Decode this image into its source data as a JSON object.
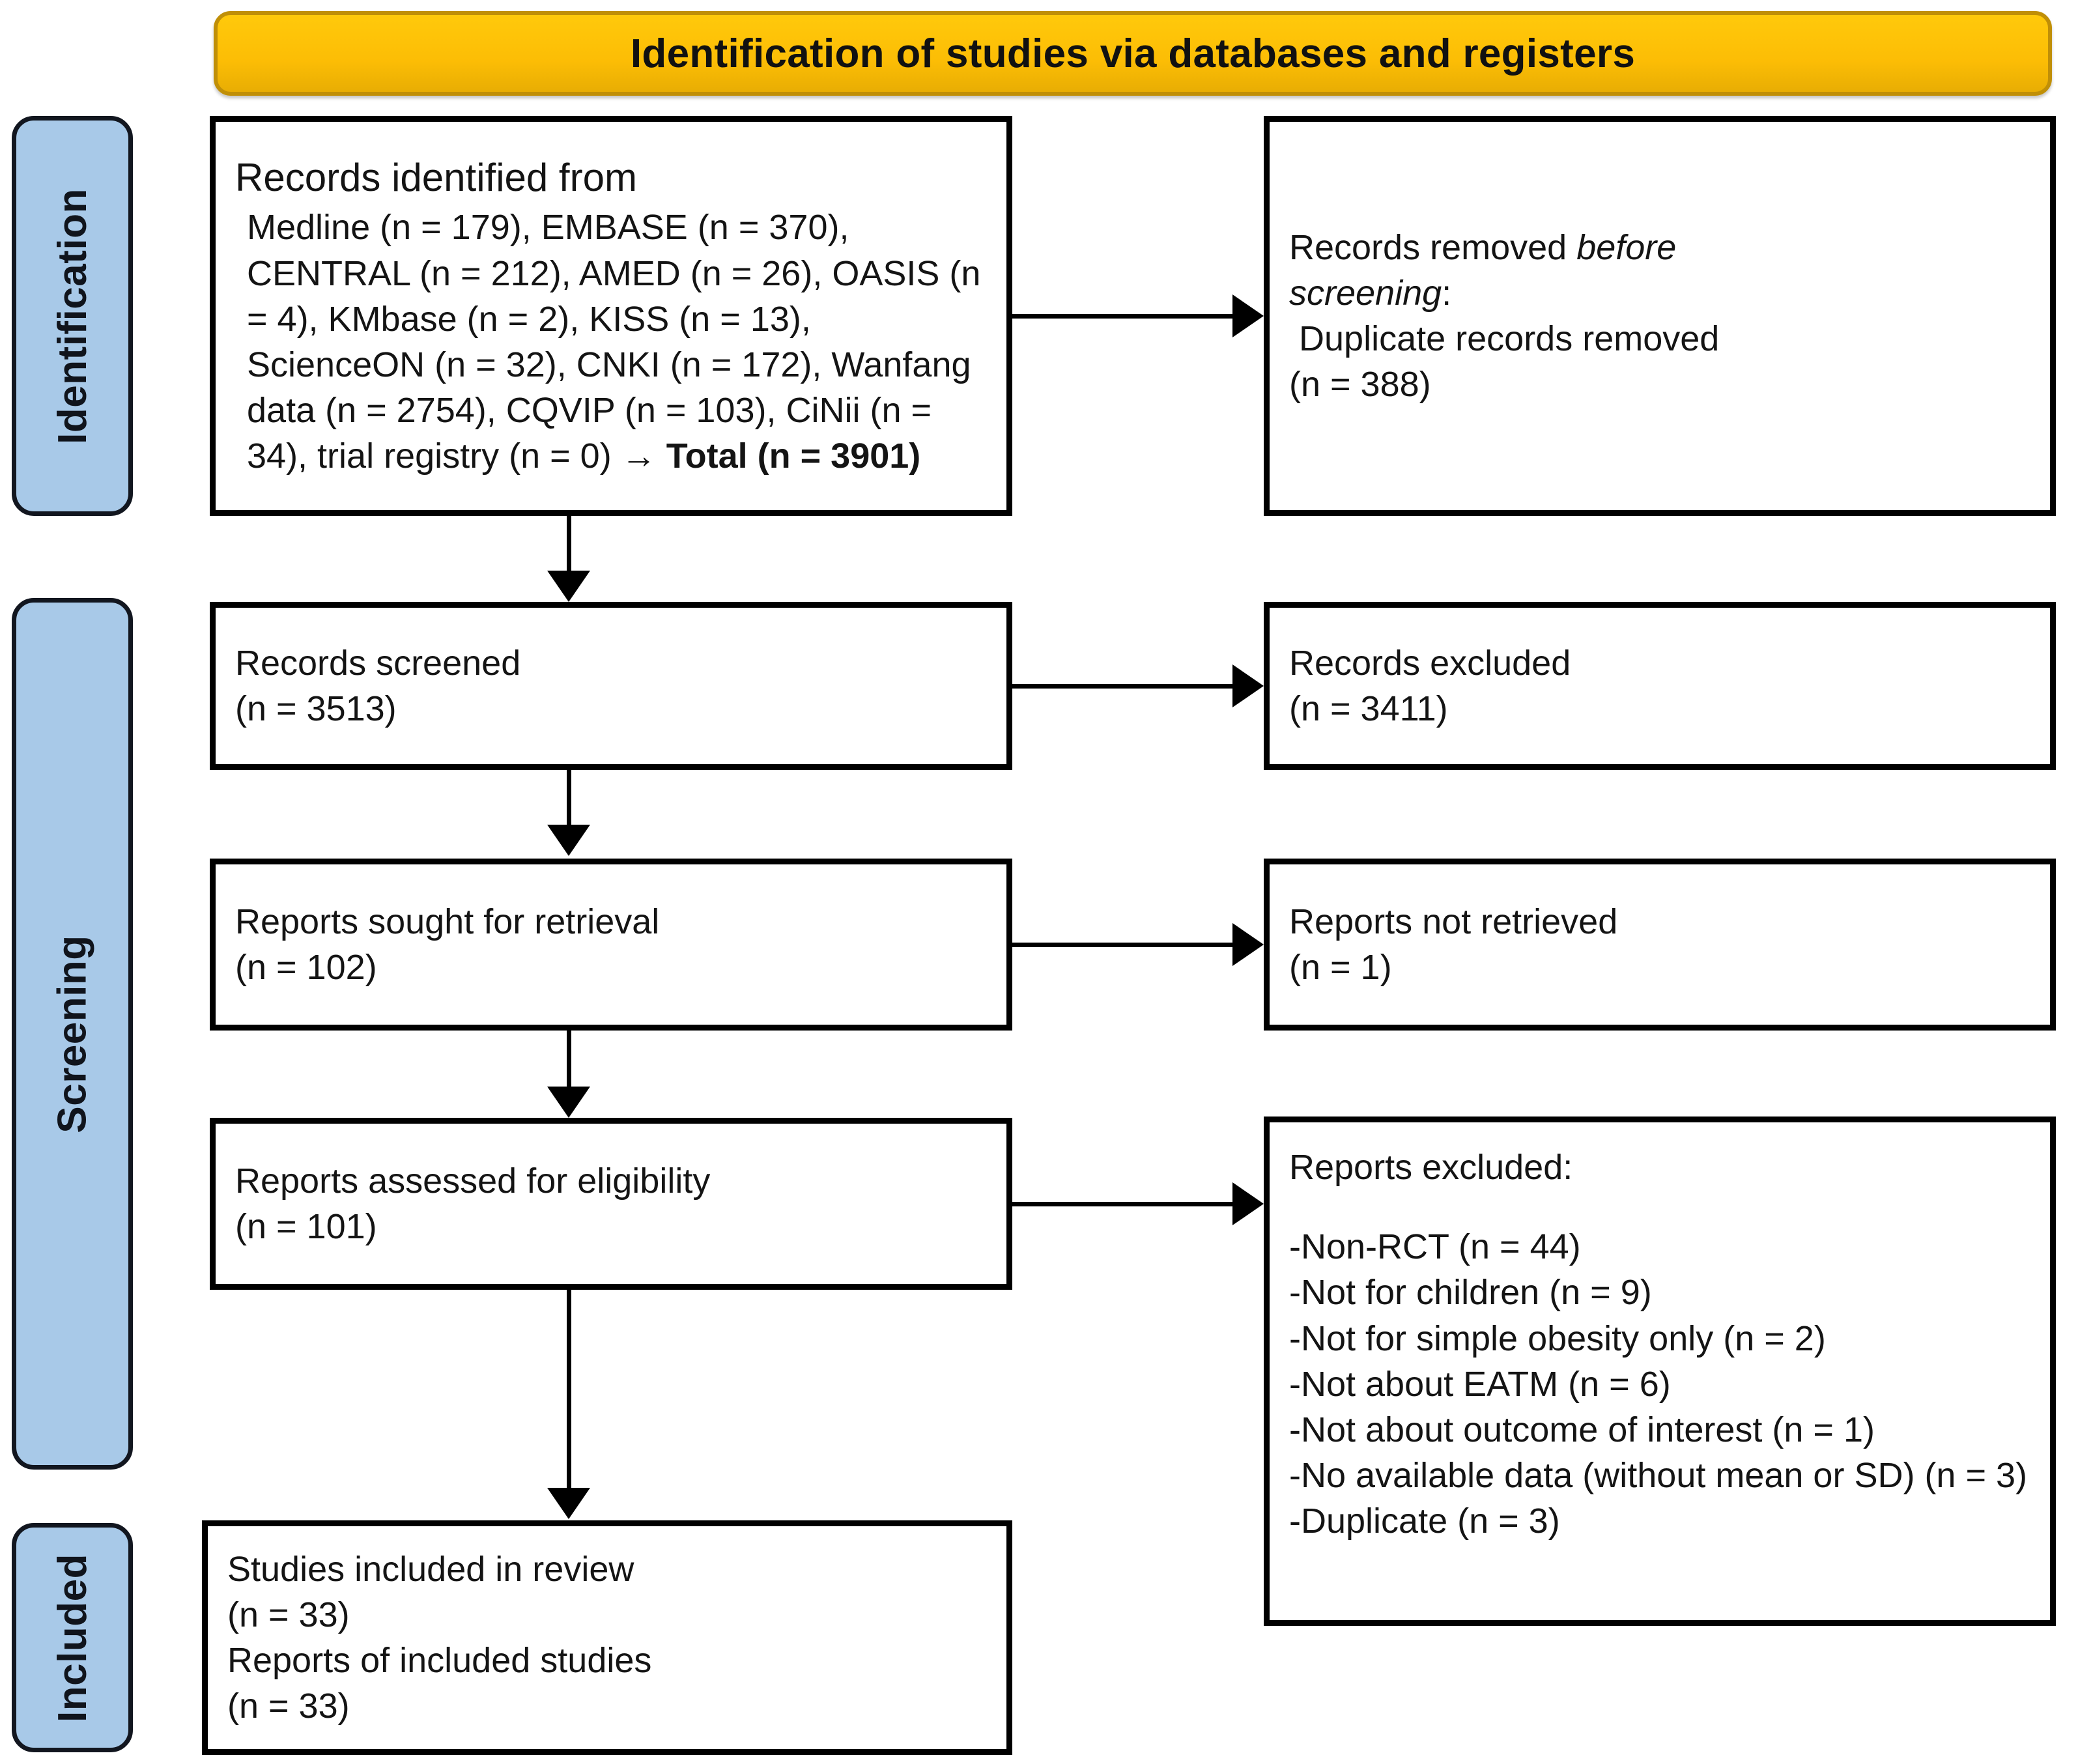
{
  "colors": {
    "banner_fill": "#fcbd05",
    "banner_border": "#c08f07",
    "stage_fill": "#a8c9e8",
    "stage_border": "#12161f",
    "box_border": "#000000",
    "text": "#141414"
  },
  "banner": {
    "title": "Identification of studies via databases and registers"
  },
  "stages": [
    {
      "id": "identification",
      "label": "Identification"
    },
    {
      "id": "screening",
      "label": "Screening"
    },
    {
      "id": "included",
      "label": "Included"
    }
  ],
  "boxes": {
    "records_identified": {
      "heading": "Records identified from",
      "sources_text": "Medline (n = 179), EMBASE (n = 370), CENTRAL (n = 212), AMED (n = 26), OASIS (n = 4), KMbase (n = 2), KISS (n = 13), ScienceON (n = 32), CNKI (n = 172), Wanfang data (n = 2754), CQVIP (n = 103), CiNii (n = 34), trial registry (n = 0) → ",
      "total_label": "Total (n = 3901)",
      "sources": [
        {
          "name": "Medline",
          "n": 179
        },
        {
          "name": "EMBASE",
          "n": 370
        },
        {
          "name": "CENTRAL",
          "n": 212
        },
        {
          "name": "AMED",
          "n": 26
        },
        {
          "name": "OASIS",
          "n": 4
        },
        {
          "name": "KMbase",
          "n": 2
        },
        {
          "name": "KISS",
          "n": 13
        },
        {
          "name": "ScienceON",
          "n": 32
        },
        {
          "name": "CNKI",
          "n": 172
        },
        {
          "name": "Wanfang data",
          "n": 2754
        },
        {
          "name": "CQVIP",
          "n": 103
        },
        {
          "name": "CiNii",
          "n": 34
        },
        {
          "name": "trial registry",
          "n": 0
        }
      ],
      "total_n": 3901
    },
    "records_removed": {
      "line1_pre": "Records removed ",
      "line1_italic": "before",
      "line2_italic": "screening",
      "line2_post": ":",
      "line3": " Duplicate records removed",
      "line4": "(n = 388)",
      "n": 388
    },
    "records_screened": {
      "label": "Records screened",
      "count": "(n = 3513)",
      "n": 3513
    },
    "records_excluded": {
      "label": "Records excluded",
      "count": "(n = 3411)",
      "n": 3411
    },
    "reports_sought": {
      "label": "Reports sought for retrieval",
      "count": "(n = 102)",
      "n": 102
    },
    "reports_not_retrieved": {
      "label": "Reports not retrieved",
      "count": "(n = 1)",
      "n": 1
    },
    "reports_assessed": {
      "label": "Reports assessed for eligibility",
      "count": "(n = 101)",
      "n": 101
    },
    "reports_excluded": {
      "heading": "Reports excluded:",
      "reasons_text": "-Non-RCT (n = 44)\n-Not for children (n = 9)\n-Not for simple obesity only (n = 2)\n-Not about EATM (n = 6)\n-Not about outcome of interest (n = 1)\n-No available data (without mean or SD) (n = 3)\n-Duplicate (n = 3)",
      "reasons": [
        {
          "reason": "Non-RCT",
          "n": 44
        },
        {
          "reason": "Not for children",
          "n": 9
        },
        {
          "reason": "Not for simple obesity only",
          "n": 2
        },
        {
          "reason": "Not about EATM",
          "n": 6
        },
        {
          "reason": "Not about outcome of interest",
          "n": 1
        },
        {
          "reason": "No available data (without mean or SD)",
          "n": 3
        },
        {
          "reason": "Duplicate",
          "n": 3
        }
      ]
    },
    "studies_included": {
      "line1": "Studies included in review",
      "line2": "(n = 33)",
      "line3": "Reports of included studies",
      "line4": "(n = 33)",
      "studies_n": 33,
      "reports_n": 33
    }
  }
}
